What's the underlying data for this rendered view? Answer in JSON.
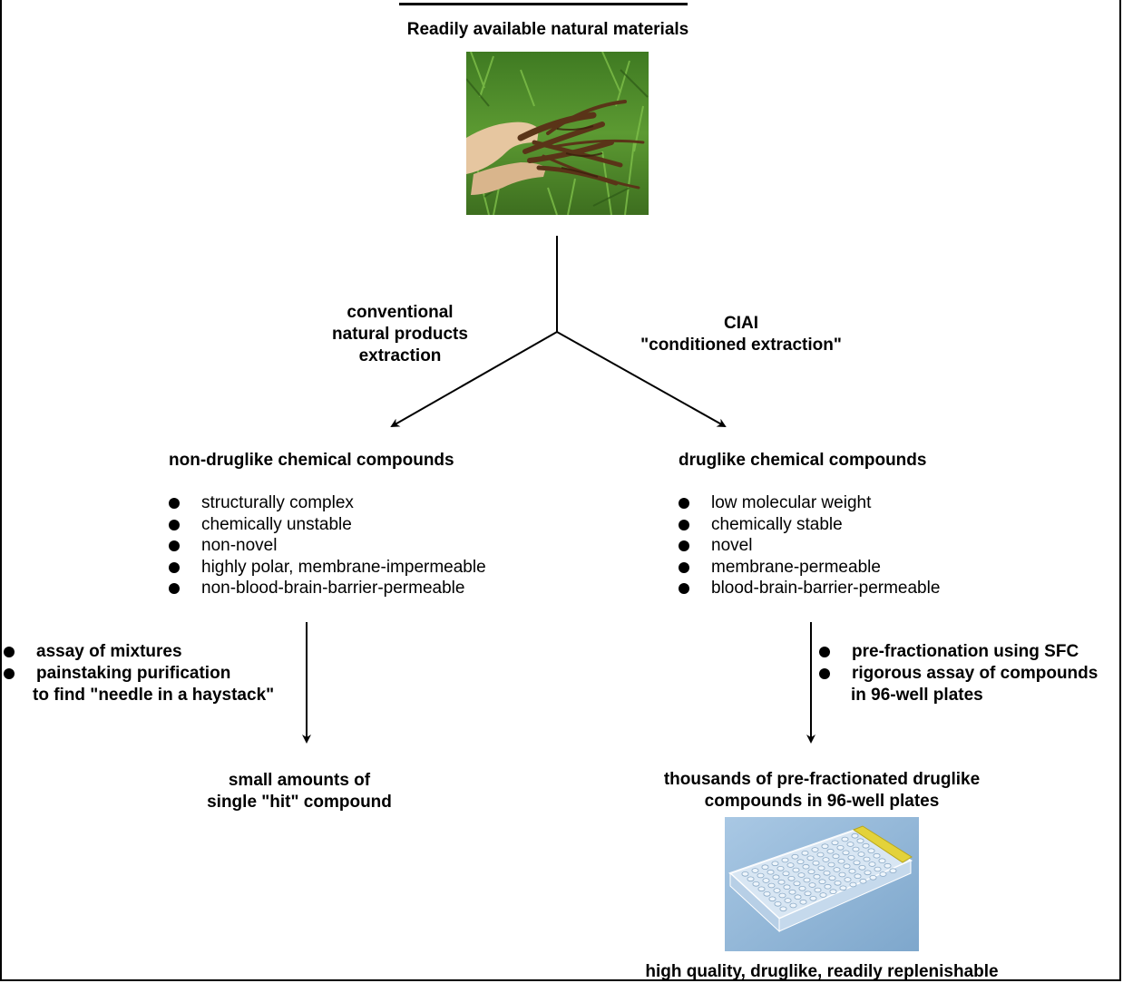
{
  "top": {
    "title": "Readily available natural materials"
  },
  "branches": {
    "left_label": [
      "conventional",
      "natural products",
      "extraction"
    ],
    "right_label": [
      "CIAI",
      "\"conditioned extraction\""
    ]
  },
  "left": {
    "heading": "non-druglike chemical compounds",
    "properties": [
      "structurally complex",
      "chemically unstable",
      "non-novel",
      "highly polar, membrane-impermeable",
      "non-blood-brain-barrier-permeable"
    ],
    "process": [
      "assay of mixtures",
      "painstaking purification"
    ],
    "process_note": "to find \"needle in a haystack\"",
    "result": [
      "small amounts of",
      "single \"hit\" compound"
    ]
  },
  "right": {
    "heading": "druglike chemical compounds",
    "properties": [
      "low molecular weight",
      "chemically stable",
      "novel",
      "membrane-permeable",
      "blood-brain-barrier-permeable"
    ],
    "process": [
      "pre-fractionation using SFC",
      "rigorous assay of compounds"
    ],
    "process_note": "in 96-well plates",
    "result": [
      "thousands of pre-fractionated druglike",
      "compounds in 96-well plates"
    ],
    "caption": "high quality, druglike, readily replenishable"
  },
  "colors": {
    "grass": "#4f8a2a",
    "roots": "#5a3418",
    "plate_bg": "#8fb7d8",
    "plate_strip": "#e3d23a"
  }
}
